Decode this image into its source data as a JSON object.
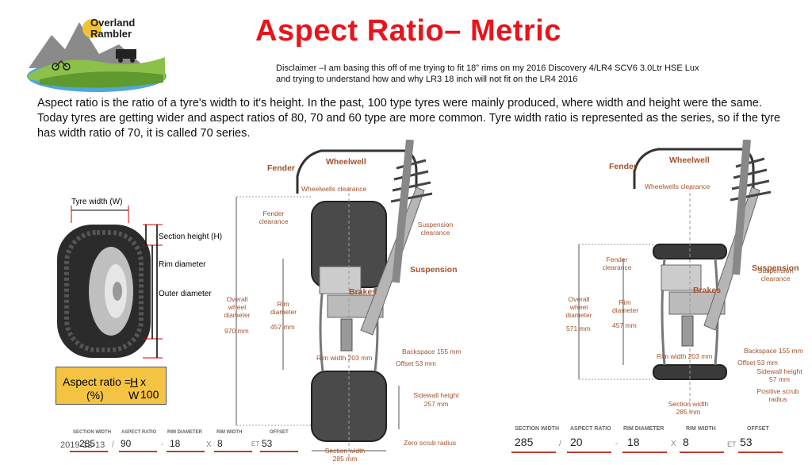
{
  "logo": {
    "line1": "Overland",
    "line2": "Rambler"
  },
  "title": "Aspect Ratio– Metric",
  "disclaimer": {
    "line1": "Disclaimer –I am basing this off of me trying to fit 18” rims on my 2016 Discovery 4/LR4 SCV6 3.0Ltr HSE Lux",
    "line2": "and trying to understand how and why LR3 18 inch will not fit on the LR4 2016"
  },
  "body_text": "Aspect ratio is the ratio of a tyre's width to it's height. In the past, 100 type tyres were mainly produced, where width and height were the same. Today tyres are getting wider and aspect ratios of 80, 70 and 60 type are more common. Tyre width ratio is represented as the series, so if the tyre has width ratio of 70, it is called 70 series.",
  "tyre_diagram": {
    "width_label": "Tyre width (W)",
    "section_height": "Section height (H)",
    "rim_diameter": "Rim diameter",
    "outer_diameter": "Outer diameter",
    "formula_prefix": "Aspect ratio =",
    "formula_num": "H",
    "formula_tail": "x 100",
    "formula_pct": "(%)",
    "formula_den": "W"
  },
  "left_diagram": {
    "fender": "Fender",
    "wheelwell": "Wheelwell",
    "wheelwells_clearance": "Wheelwells clearance",
    "fender_clearance": "Fender clearance",
    "suspension_clearance": "Suspension clearance",
    "suspension": "Suspension",
    "brakes": "Brakes",
    "overall_wheel_diameter": "Overall wheel diameter",
    "overall_value": "970 mm",
    "rim_diameter": "Rim diameter",
    "rim_value": "457 mm",
    "backspace": "Backspace 155 mm",
    "rim_width": "Rim width 203 mm",
    "offset": "Offset 53 mm",
    "sidewall_height": "Sidewall height",
    "sidewall_value": "257 mm",
    "zero_scrub": "Zero scrub radius",
    "section_width": "Section width",
    "section_width_value": "285 mm"
  },
  "right_diagram": {
    "fender": "Fender",
    "wheelwell": "Wheelwell",
    "wheelwells_clearance": "Wheelwells clearance",
    "fender_clearance": "Fender clearance",
    "suspension_clearance": "Suspension clearance",
    "suspension": "Suspension",
    "brakes": "Brakes",
    "overall_wheel_diameter": "Overall wheel diameter",
    "overall_value": "571 mm",
    "rim_diameter": "Rim diameter",
    "rim_value": "457 mm",
    "backspace": "Backspace 155 mm",
    "rim_width": "Rim width 203 mm",
    "offset": "Offset 53 mm",
    "sidewall_height": "Sidewall height",
    "sidewall_value": "57 mm",
    "positive_scrub": "Positive scrub radius",
    "section_width": "Section width",
    "section_width_value": "285 mm"
  },
  "form_left": {
    "labels": [
      "SECTION WIDTH",
      "ASPECT RATIO",
      "RIM DIAMETER",
      "RIM WIDTH",
      "OFFSET"
    ],
    "values": [
      "285",
      "90",
      "18",
      "8",
      "53"
    ],
    "sep_slash": "/",
    "sep_dash": "-",
    "sep_x": "X",
    "sep_et": "ET"
  },
  "form_right": {
    "labels": [
      "SECTION WIDTH",
      "ASPECT RATIO",
      "RIM DIAMETER",
      "RIM WIDTH",
      "OFFSET"
    ],
    "values": [
      "285",
      "20",
      "18",
      "8",
      "53"
    ],
    "sep_slash": "/",
    "sep_dash": "-",
    "sep_x": "X",
    "sep_et": "ET"
  },
  "date_overlay": "2019-12-13"
}
